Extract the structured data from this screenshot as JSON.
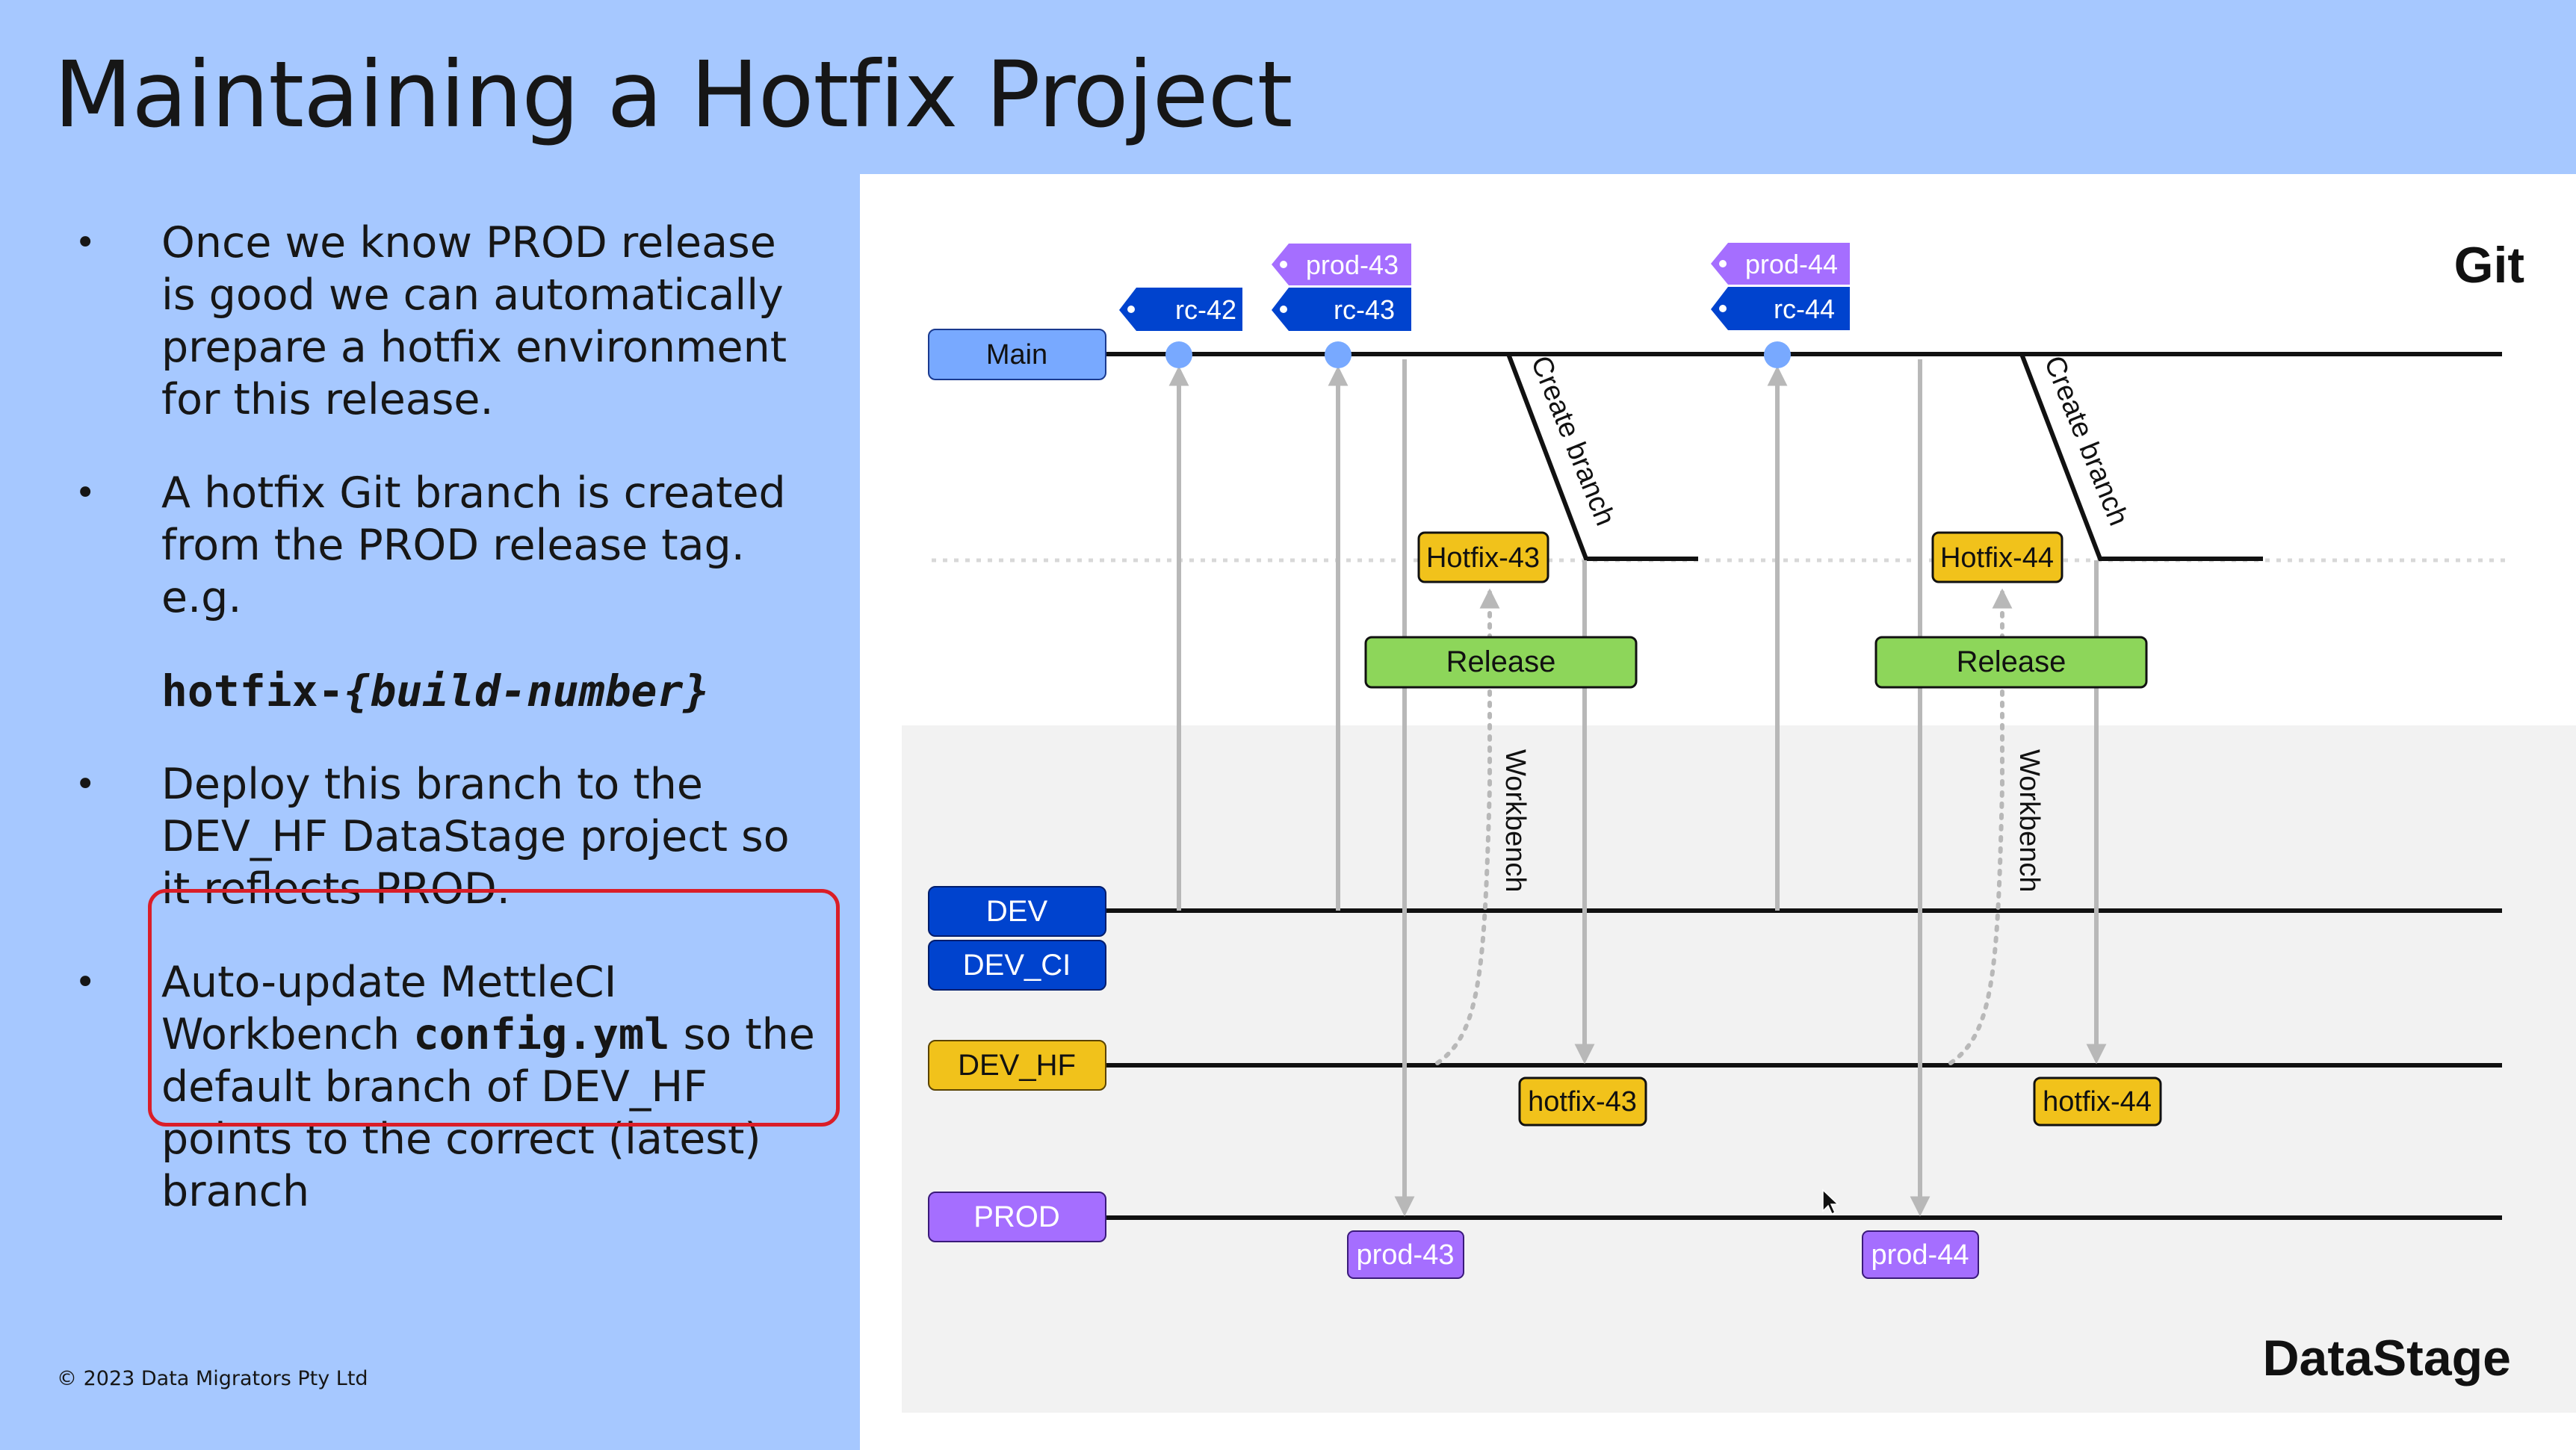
{
  "slide": {
    "title": "Maintaining a Hotfix Project",
    "copyright": "© 2023 Data Migrators Pty Ltd"
  },
  "bullets": {
    "b1": "Once we know PROD release is good we can automatically prepare a hotfix environment for this release.",
    "b2": "A hotfix Git branch is created from the PROD release tag. e.g.",
    "code_prefix": "hotfix-",
    "code_param": "{build-number}",
    "b3": "Deploy this branch to the DEV_HF DataStage project so it reflects PROD.",
    "b4_pre": "Auto-update MettleCI Workbench",
    "b4_code": "config.yml",
    "b4_post": "so the default branch of DEV_HF points to the correct (latest) branch"
  },
  "diagram": {
    "git_label": "Git",
    "datastage_label": "DataStage",
    "lanes": {
      "main": "Main",
      "dev": "DEV",
      "dev_ci": "DEV_CI",
      "dev_hf": "DEV_HF",
      "prod": "PROD"
    },
    "tags": {
      "rc42": "rc-42",
      "rc43": "rc-43",
      "rc44": "rc-44",
      "prod43": "prod-43",
      "prod44": "prod-44"
    },
    "hotfix_branches": [
      "Hotfix-43",
      "Hotfix-44"
    ],
    "release_labels": [
      "Release",
      "Release"
    ],
    "create_branch_labels": [
      "Create branch",
      "Create branch"
    ],
    "workbench_labels": [
      "Workbench",
      "Workbench"
    ],
    "hf_deploy_labels": [
      "hotfix-43",
      "hotfix-44"
    ],
    "prod_deploy_labels": [
      "prod-43",
      "prod-44"
    ],
    "colors": {
      "main": "#78a9ff",
      "dev": "#0043ce",
      "hotfix": "#f1c21b",
      "prod": "#a56eff",
      "release": "#8dd65a",
      "arrow": "#b8b8b8"
    }
  }
}
